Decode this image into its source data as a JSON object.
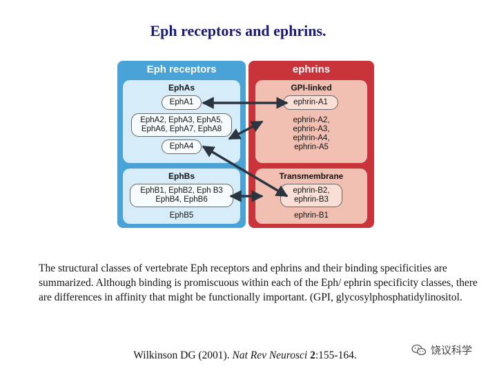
{
  "title": "Eph receptors and ephrins.",
  "diagram": {
    "left_panel": {
      "header": "Eph receptors",
      "epha": {
        "title": "EphAs",
        "epha1": "EphA1",
        "multi_line1": "EphA2, EphA3, EphA5,",
        "multi_line2": "EphA6, EphA7, EphA8",
        "epha4": "EphA4"
      },
      "ephb": {
        "title": "EphBs",
        "multi_line1": "EphB1, EphB2, Eph B3",
        "multi_line2": "EphB4, EphB6",
        "ephb5": "EphB5"
      }
    },
    "right_panel": {
      "header": "ephrins",
      "gpi": {
        "title": "GPI-linked",
        "a1": "ephrin-A1",
        "list": [
          "ephrin-A2,",
          "ephrin-A3,",
          "ephrin-A4,",
          "ephrin-A5"
        ]
      },
      "tm": {
        "title": "Transmembrane",
        "b_line1": "ephrin-B2,",
        "b_line2": "ephrin-B3",
        "b1": "ephrin-B1"
      }
    },
    "colors": {
      "eph_panel": "#4aa3d6",
      "ephrin_panel": "#c8343a",
      "arrow": "#2b3540"
    }
  },
  "caption": "The structural classes of vertebrate Eph receptors and ephrins and their binding specificities are summarized. Although binding is promiscuous within each of the Eph/ ephrin specificity classes, there are differences in affinity that might be functionally important. (GPI, glycosylphosphatidylinositol.",
  "citation": {
    "authors": "Wilkinson DG (2001). ",
    "journal": "Nat Rev Neurosci",
    "volume": "2",
    "pages": ":155-164."
  },
  "watermark": {
    "icon": "wechat-icon",
    "text": "饶议科学"
  }
}
